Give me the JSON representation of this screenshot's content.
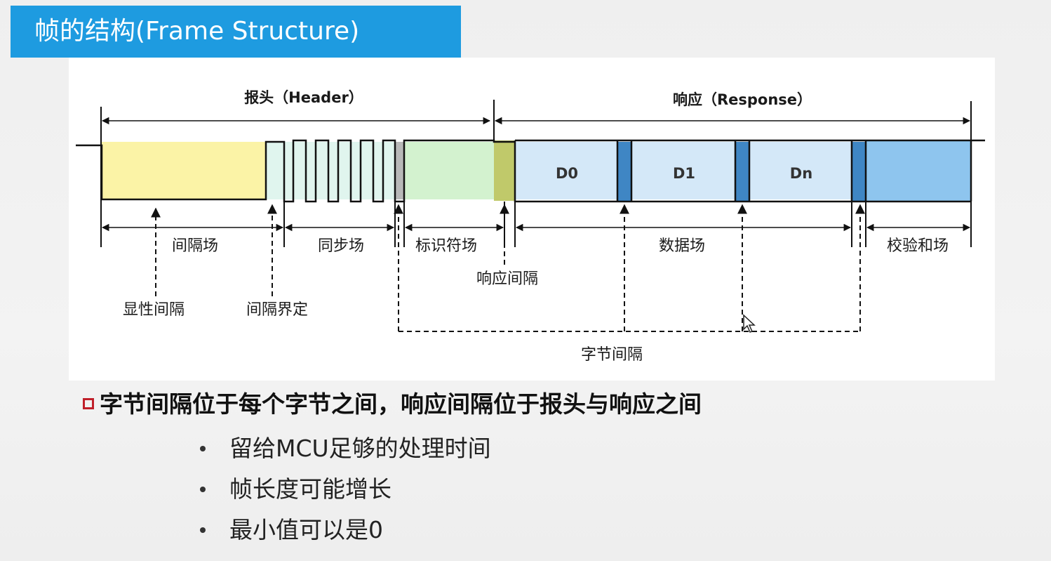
{
  "slide": {
    "title": "帧的结构(Frame Structure)"
  },
  "diagram": {
    "header_label": "报头（Header）",
    "response_label": "响应（Response）",
    "data_fields": [
      "D0",
      "D1",
      "Dn"
    ],
    "field_labels": {
      "break_field": "间隔场",
      "sync_field": "同步场",
      "identifier_field": "标识符场",
      "data_field": "数据场",
      "checksum_field": "校验和场"
    },
    "annotations": {
      "response_space": "响应间隔",
      "sync_break": "显性间隔",
      "break_delimiter": "间隔界定",
      "interbyte_space": "字节间隔"
    }
  },
  "content": {
    "main_point": "字节间隔位于每个字节之间，响应间隔位于报头与响应之间",
    "sub_points": [
      "留给MCU足够的处理时间",
      "帧长度可能增长",
      "最小值可以是0"
    ]
  },
  "colors": {
    "title_background": "#1e9be0",
    "break_fill": "#fbf3a6",
    "sync_fill": "#e0f5ee",
    "identifier_fill": "#d3f2cf",
    "response_space_fill": "#c0c96a",
    "data_fill": "#d4e8f8",
    "interbyte_fill": "#3f86c4",
    "checksum_fill": "#8ec5ee",
    "bullet_square": "#c0202a"
  }
}
